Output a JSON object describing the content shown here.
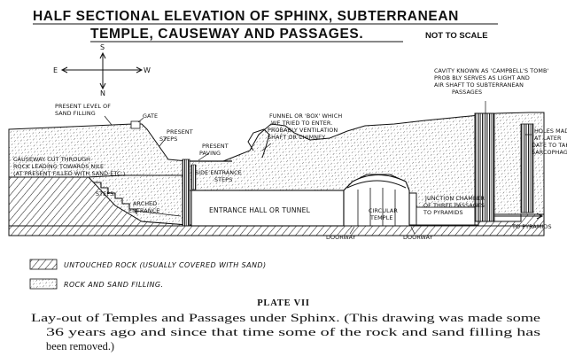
{
  "title": {
    "line1": "HALF SECTIONAL ELEVATION OF SPHINX, SUBTERRANEAN",
    "line2": "TEMPLE, CAUSEWAY AND PASSAGES.",
    "note": "NOT TO SCALE"
  },
  "compass": {
    "north": "N",
    "south": "S",
    "east": "E",
    "west": "W"
  },
  "labels": {
    "sand_level": [
      "PRESENT LEVEL OF",
      "SAND FILLING"
    ],
    "gate": "GATE",
    "present_steps": [
      "PRESENT",
      "STEPS"
    ],
    "present_paving": [
      "PRESENT",
      "PAVING"
    ],
    "causeway": [
      "CAUSEWAY CUT THROUGH",
      "ROCK LEADING TOWARDS NILE",
      "(AT PRESENT FILLED WITH SAND ETC.)"
    ],
    "steps": "STEPS",
    "arched_entrance": [
      "ARCHED",
      "ENTRANCE"
    ],
    "side_entrance_steps": [
      "SIDE ENTRANCE",
      "STEPS"
    ],
    "funnel_box": [
      "FUNNEL OR 'BOX' WHICH",
      "WE TRIED TO ENTER.",
      "PROBABLY VENTILATION",
      "SHAFT OR CHIMNEY"
    ],
    "entrance_hall": "ENTRANCE HALL OR TUNNEL",
    "circular_temple": [
      "CIRCULAR",
      "TEMPLE"
    ],
    "doorway_1": "DOORWAY",
    "doorway_2": "DOORWAY",
    "junction_chamber": [
      "JUNCTION CHAMBER",
      "OF THREE PASSAGES",
      "TO PYRAMIDS"
    ],
    "cavity": [
      "CAVITY KNOWN AS 'CAMPBELL'S TOMB'",
      "PROB BLY SERVES AS LIGHT AND",
      "AIR SHAFT TO SUBTERRANEAN",
      "PASSAGES"
    ],
    "holes_made": [
      "HOLES MADE",
      "AT LATER",
      "DATE TO TAKE",
      "SARCOPHAGI"
    ],
    "to_pyramids": "TO PYRAMIDS"
  },
  "legend": [
    {
      "text": "UNTOUCHED ROCK (USUALLY COVERED WITH SAND)",
      "pattern": "rock"
    },
    {
      "text": "ROCK AND SAND FILLING.",
      "pattern": "sand"
    }
  ],
  "plate": "PLATE VII",
  "caption": [
    "Lay-out of Temples and Passages under Sphinx. (This drawing was made some",
    "36 years ago and since that time some of the rock and sand filling has",
    "been removed.)"
  ]
}
